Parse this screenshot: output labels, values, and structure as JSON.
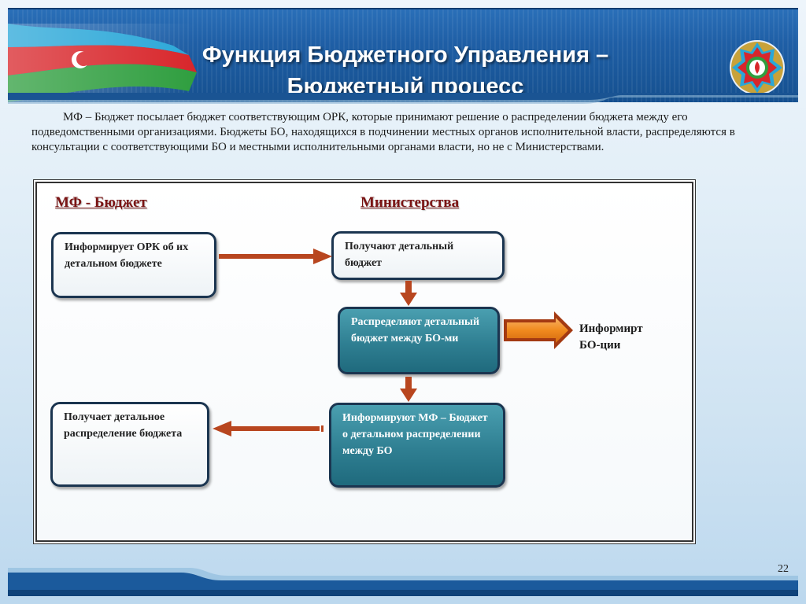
{
  "header": {
    "title_line1": "Функция Бюджетного Управления –",
    "title_line2": "Бюджетный  процесс"
  },
  "intro": "МФ – Бюджет посылает бюджет соответствующим ОРК, которые принимают решение о распределении бюджета между его подведомственными организациями. Бюджеты БО, находящихся в подчинении местных органов исполнительной власти,  распределяются в консультации с соответствующими БО и местными исполнительными органами власти, но не с Министерствами.",
  "diagram": {
    "left_title": "МФ - Бюджет",
    "right_title": "Министерства",
    "box_inform_ork": "Информирует ОРК об их детальном бюджете",
    "box_receive_detail": "Получают  детальный бюджет",
    "box_distribute": "Распределяют детальный бюджет между БО-ми",
    "box_inform_mf": "Информируют МФ – Бюджет о  детальном распределении  между БО",
    "box_receive_distribution": "Получает детальное распределение бюджета",
    "side_label": "Информирт БО-ции"
  },
  "footer": {
    "page_number": "22"
  },
  "colors": {
    "header_blue": "#1f5fa6",
    "title_red": "#7a1414",
    "box_border": "#1b3550",
    "box_teal": "#2f7f92",
    "arrow_red": "#b8461f",
    "arrow_orange": "#f08a1e"
  },
  "icons": [
    "azerbaijan-flag-icon",
    "state-emblem-icon"
  ]
}
